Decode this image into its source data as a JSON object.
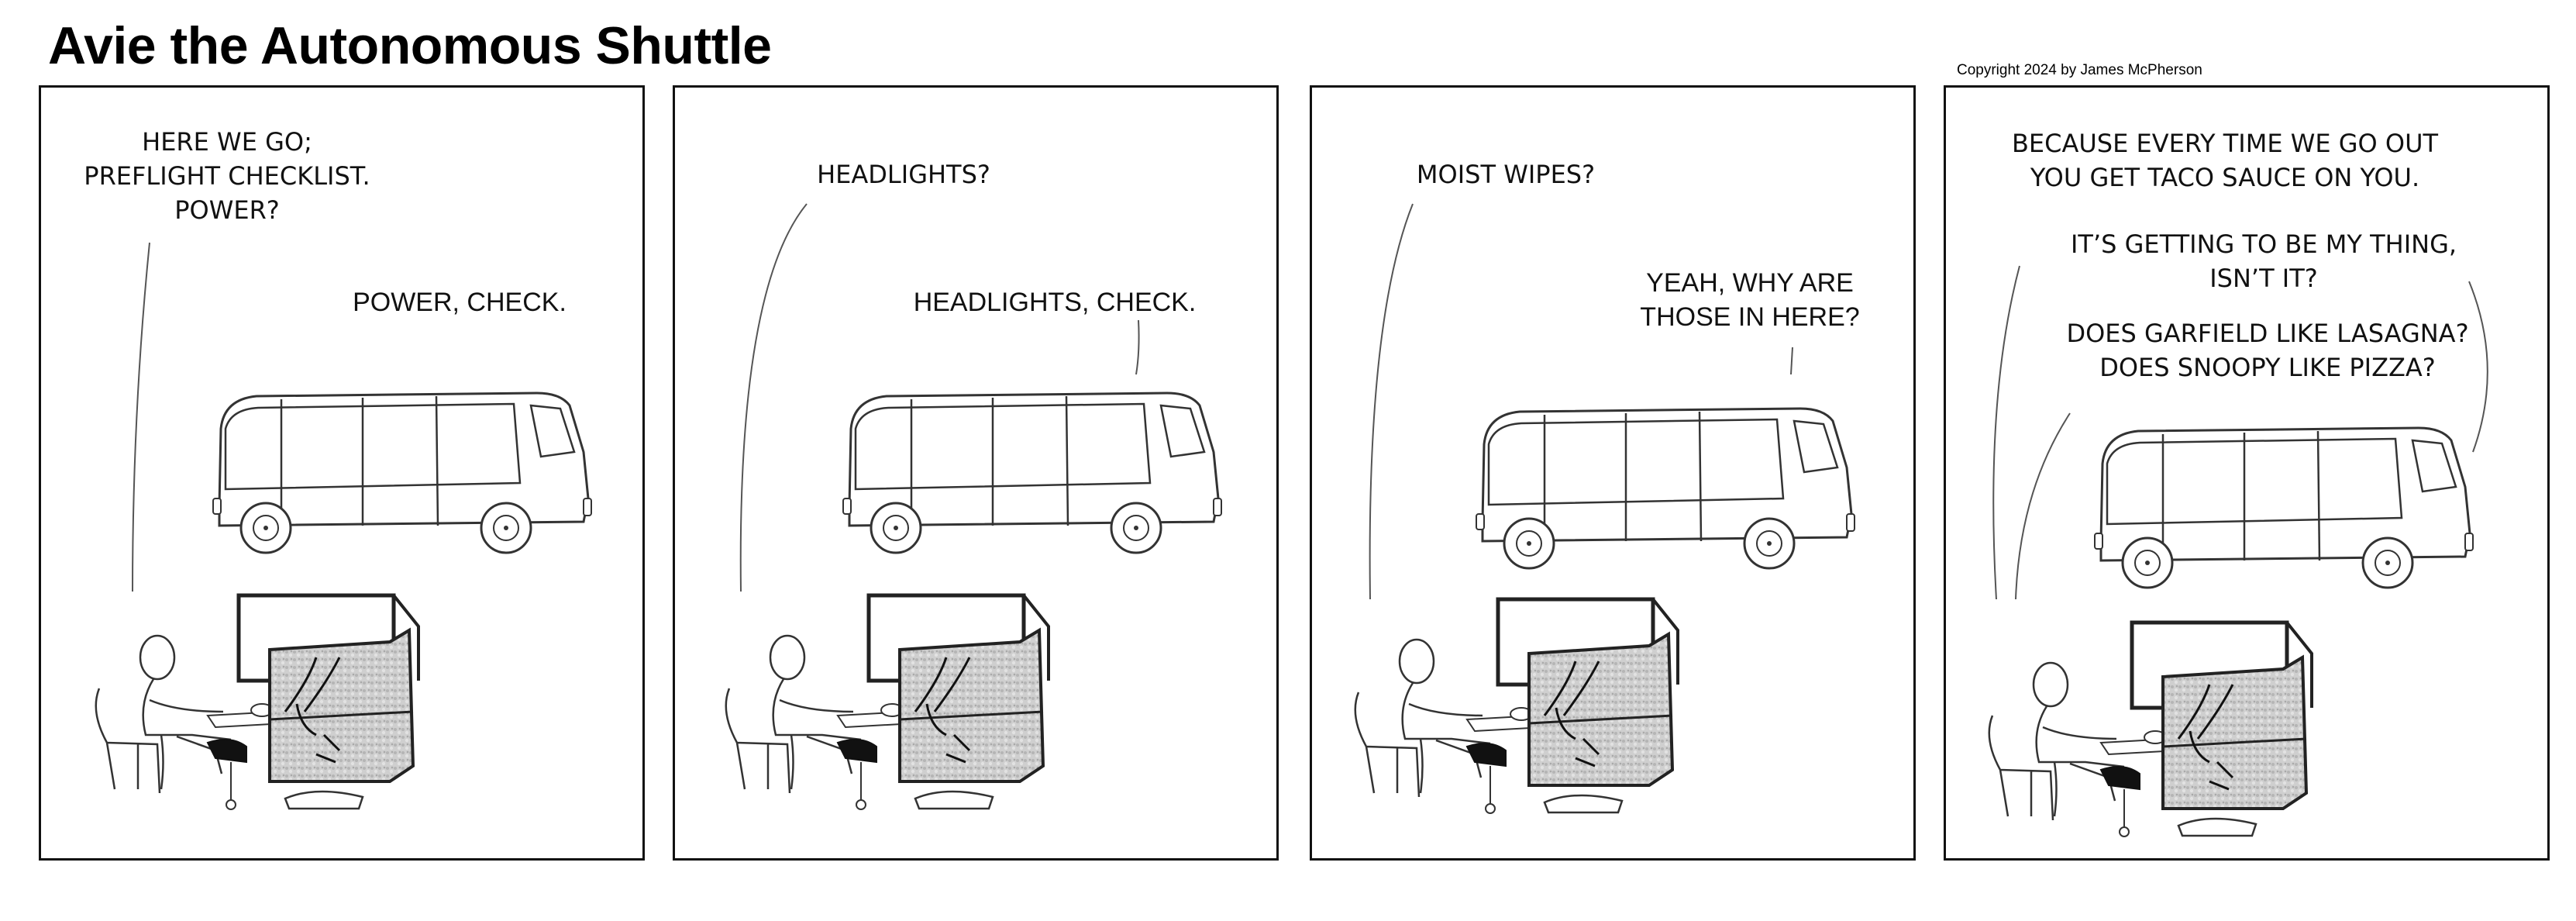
{
  "comic": {
    "title": "Avie the Autonomous Shuttle",
    "copyright": "Copyright 2024 by James McPherson"
  },
  "panels": [
    {
      "human_lines": [
        "HERE WE GO;",
        "PREFLIGHT CHECKLIST.",
        "POWER?"
      ],
      "shuttle_lines": [
        "POWER, CHECK."
      ]
    },
    {
      "human_lines": [
        "HEADLIGHTS?"
      ],
      "shuttle_lines": [
        "HEADLIGHTS, CHECK."
      ]
    },
    {
      "human_lines": [
        "MOIST WIPES?"
      ],
      "shuttle_lines": [
        "YEAH, WHY ARE",
        "THOSE IN HERE?"
      ]
    },
    {
      "shuttle_lines_top": [
        "BECAUSE EVERY TIME WE GO OUT",
        "YOU GET TACO SAUCE ON YOU."
      ],
      "human_lines_mid": [
        "IT’S GETTING TO BE MY THING,",
        "ISN’T IT?"
      ],
      "shuttle_lines_bottom": [
        "DOES GARFIELD LIKE LASAGNA?",
        "DOES SNOOPY LIKE PIZZA?"
      ]
    }
  ]
}
